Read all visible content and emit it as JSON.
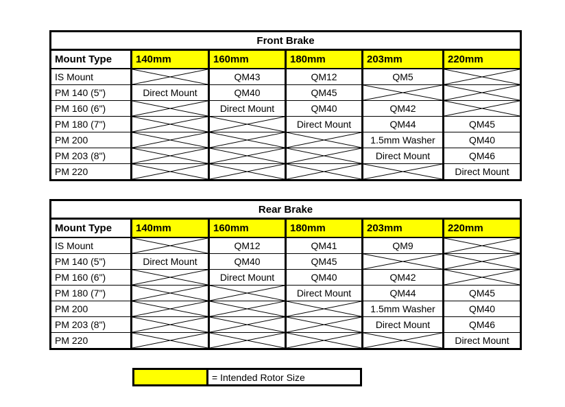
{
  "colors": {
    "highlight": "#FFFF00",
    "border": "#000000",
    "background": "#FFFFFF",
    "text": "#000000"
  },
  "legend": {
    "label": "= Intended Rotor Size"
  },
  "tables": [
    {
      "title": "Front Brake",
      "columns": [
        "Mount Type",
        "140mm",
        "160mm",
        "180mm",
        "203mm",
        "220mm"
      ],
      "rows": [
        {
          "mount": "IS Mount",
          "values": [
            null,
            "QM43",
            "QM12",
            "QM5",
            null
          ]
        },
        {
          "mount": "PM 140 (5\")",
          "values": [
            "Direct Mount",
            "QM40",
            "QM45",
            null,
            null
          ]
        },
        {
          "mount": "PM 160 (6\")",
          "values": [
            null,
            "Direct Mount",
            "QM40",
            "QM42",
            null
          ]
        },
        {
          "mount": "PM 180 (7\")",
          "values": [
            null,
            null,
            "Direct Mount",
            "QM44",
            "QM45"
          ]
        },
        {
          "mount": "PM 200",
          "values": [
            null,
            null,
            null,
            "1.5mm Washer",
            "QM40"
          ]
        },
        {
          "mount": "PM 203 (8\")",
          "values": [
            null,
            null,
            null,
            "Direct Mount",
            "QM46"
          ]
        },
        {
          "mount": "PM 220",
          "values": [
            null,
            null,
            null,
            null,
            "Direct Mount"
          ]
        }
      ]
    },
    {
      "title": "Rear Brake",
      "columns": [
        "Mount Type",
        "140mm",
        "160mm",
        "180mm",
        "203mm",
        "220mm"
      ],
      "rows": [
        {
          "mount": "IS Mount",
          "values": [
            null,
            "QM12",
            "QM41",
            "QM9",
            null
          ]
        },
        {
          "mount": "PM 140 (5\")",
          "values": [
            "Direct Mount",
            "QM40",
            "QM45",
            null,
            null
          ]
        },
        {
          "mount": "PM 160 (6\")",
          "values": [
            null,
            "Direct Mount",
            "QM40",
            "QM42",
            null
          ]
        },
        {
          "mount": "PM 180 (7\")",
          "values": [
            null,
            null,
            "Direct Mount",
            "QM44",
            "QM45"
          ]
        },
        {
          "mount": "PM 200",
          "values": [
            null,
            null,
            null,
            "1.5mm Washer",
            "QM40"
          ]
        },
        {
          "mount": "PM 203 (8\")",
          "values": [
            null,
            null,
            null,
            "Direct Mount",
            "QM46"
          ]
        },
        {
          "mount": "PM 220",
          "values": [
            null,
            null,
            null,
            null,
            "Direct Mount"
          ]
        }
      ]
    }
  ]
}
